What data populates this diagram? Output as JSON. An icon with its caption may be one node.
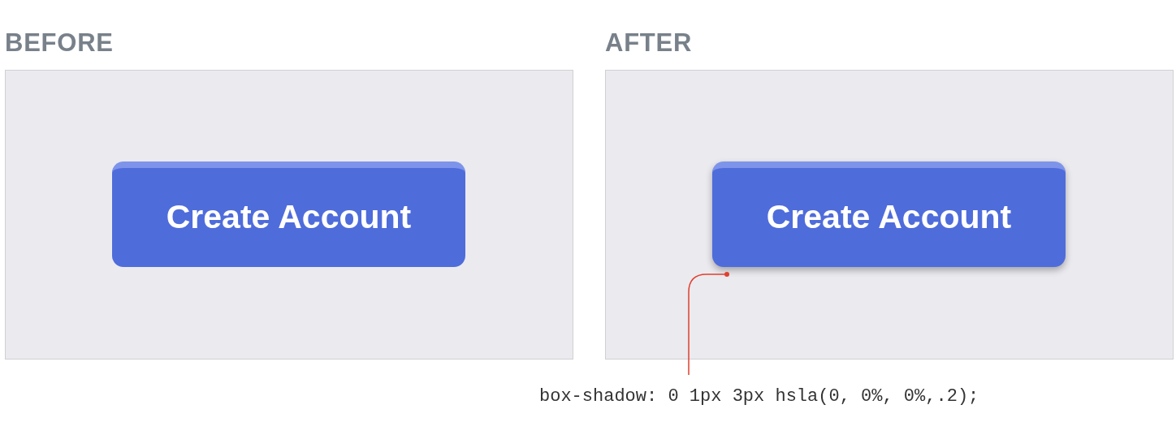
{
  "diagram": {
    "nodes": [
      {
        "text": [
          "BEFORE"
        ]
      },
      {
        "text": [
          "Create Account"
        ],
        "in": 0
      },
      {
        "text": [
          "AFTER"
        ]
      },
      {
        "text": [
          "Create Account"
        ],
        "in": 2
      },
      {
        "text": [
          "box-shadow: 0 1px 3px hsla(0, 0%, 0%,.2);"
        ]
      }
    ],
    "edges": [
      {
        "from": 4,
        "to": 3,
        "arrow": "other",
        "color": "#e0402f"
      }
    ]
  }
}
